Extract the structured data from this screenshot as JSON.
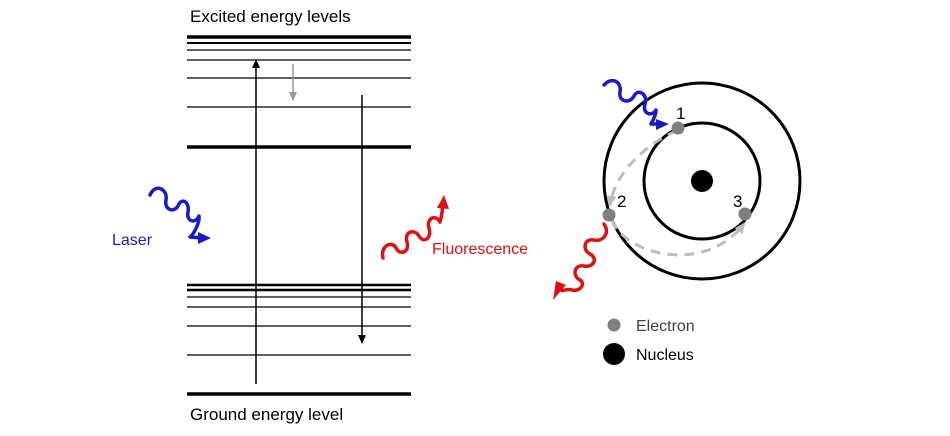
{
  "energy_diagram": {
    "top_label": "Excited energy levels",
    "bottom_label": "Ground energy level",
    "laser_label": "Laser",
    "fluorescence_label": "Fluorescence"
  },
  "atom_diagram": {
    "positions": [
      "1",
      "2",
      "3"
    ],
    "legend": {
      "electron": "Electron",
      "nucleus": "Nucleus"
    }
  },
  "colors": {
    "laser": "#1a1acc",
    "fluorescence": "#e01010",
    "electron": "#7f7f7f",
    "path": "#bdbdbd",
    "line": "#000000"
  }
}
